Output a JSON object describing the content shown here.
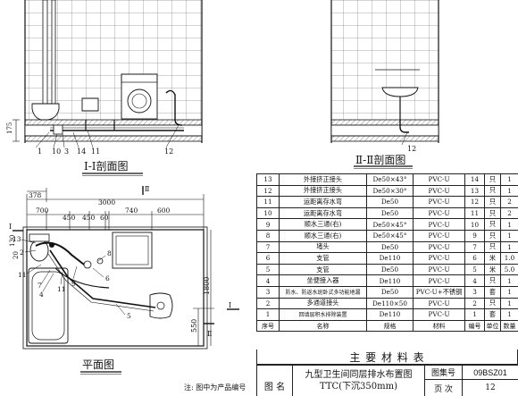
{
  "section1": {
    "title": "Ⅰ-Ⅰ剖面图",
    "dim_175": "175",
    "callouts": [
      "1",
      "10",
      "3",
      "14",
      "11",
      "12"
    ]
  },
  "section2": {
    "title": "Ⅱ-Ⅱ剖面图",
    "callout": "12"
  },
  "plan": {
    "title": "平面图",
    "dims_top": [
      "378",
      "3000",
      "700",
      "450",
      "450",
      "60",
      "740",
      "600"
    ],
    "dim_130": "130",
    "dim_20": "20",
    "dim_1800": "1800",
    "dim_550": "550",
    "section_marks": [
      "Ⅱ",
      "Ⅱ",
      "Ⅰ",
      "Ⅰ"
    ],
    "callouts": [
      "13",
      "2",
      "11",
      "7",
      "4",
      "11",
      "9",
      "8",
      "6",
      "5"
    ]
  },
  "materials": {
    "headers": [
      "序号",
      "名称",
      "规格",
      "材料",
      "编号",
      "单位",
      "数量"
    ],
    "rows": [
      [
        "13",
        "外接挤正接头",
        "De50×43°",
        "PVC-U",
        "14",
        "只",
        "1"
      ],
      [
        "12",
        "外接挤正接头",
        "De50×30°",
        "PVC-U",
        "13",
        "只",
        "1"
      ],
      [
        "11",
        "运距离存水弯",
        "De50",
        "PVC-U",
        "12",
        "只",
        "2"
      ],
      [
        "10",
        "运距离存水弯",
        "De50",
        "PVC-U",
        "11",
        "只",
        "2"
      ],
      [
        "9",
        "顺水三通(右)",
        "De50×45°",
        "PVC-U",
        "10",
        "只",
        "1"
      ],
      [
        "8",
        "顺水三通(右)",
        "De50×45°",
        "PVC-U",
        "9",
        "只",
        "1"
      ],
      [
        "7",
        "堵头",
        "De50",
        "PVC-U",
        "7",
        "只",
        "1"
      ],
      [
        "6",
        "支管",
        "De110",
        "PVC-U",
        "6",
        "米",
        "1.0"
      ],
      [
        "5",
        "支管",
        "De50",
        "PVC-U",
        "5",
        "米",
        "5.0"
      ],
      [
        "4",
        "坐便接入器",
        "De110",
        "PVC-U",
        "4",
        "只",
        "1"
      ],
      [
        "3",
        "防水、防返水斑卧式多功能地漏",
        "De50",
        "PVC-U+不锈钢",
        "3",
        "套",
        "1"
      ],
      [
        "2",
        "多通道接头",
        "De110×50",
        "PVC-U",
        "2",
        "只",
        "1"
      ],
      [
        "1",
        "回填层积水排除装置",
        "De110",
        "PVC-U",
        "1",
        "套",
        "1"
      ]
    ],
    "title": "主  要  材  料  表"
  },
  "title_block": {
    "label_name": "图 名",
    "drawing_title_1": "九型卫生间同层排水布置图",
    "drawing_title_2": "TTC(下沉350mm)",
    "label_set": "图集号",
    "set_no": "09BSZ01",
    "label_page": "页 次",
    "page_no": "12"
  },
  "note": "注: 图中为产品编号"
}
